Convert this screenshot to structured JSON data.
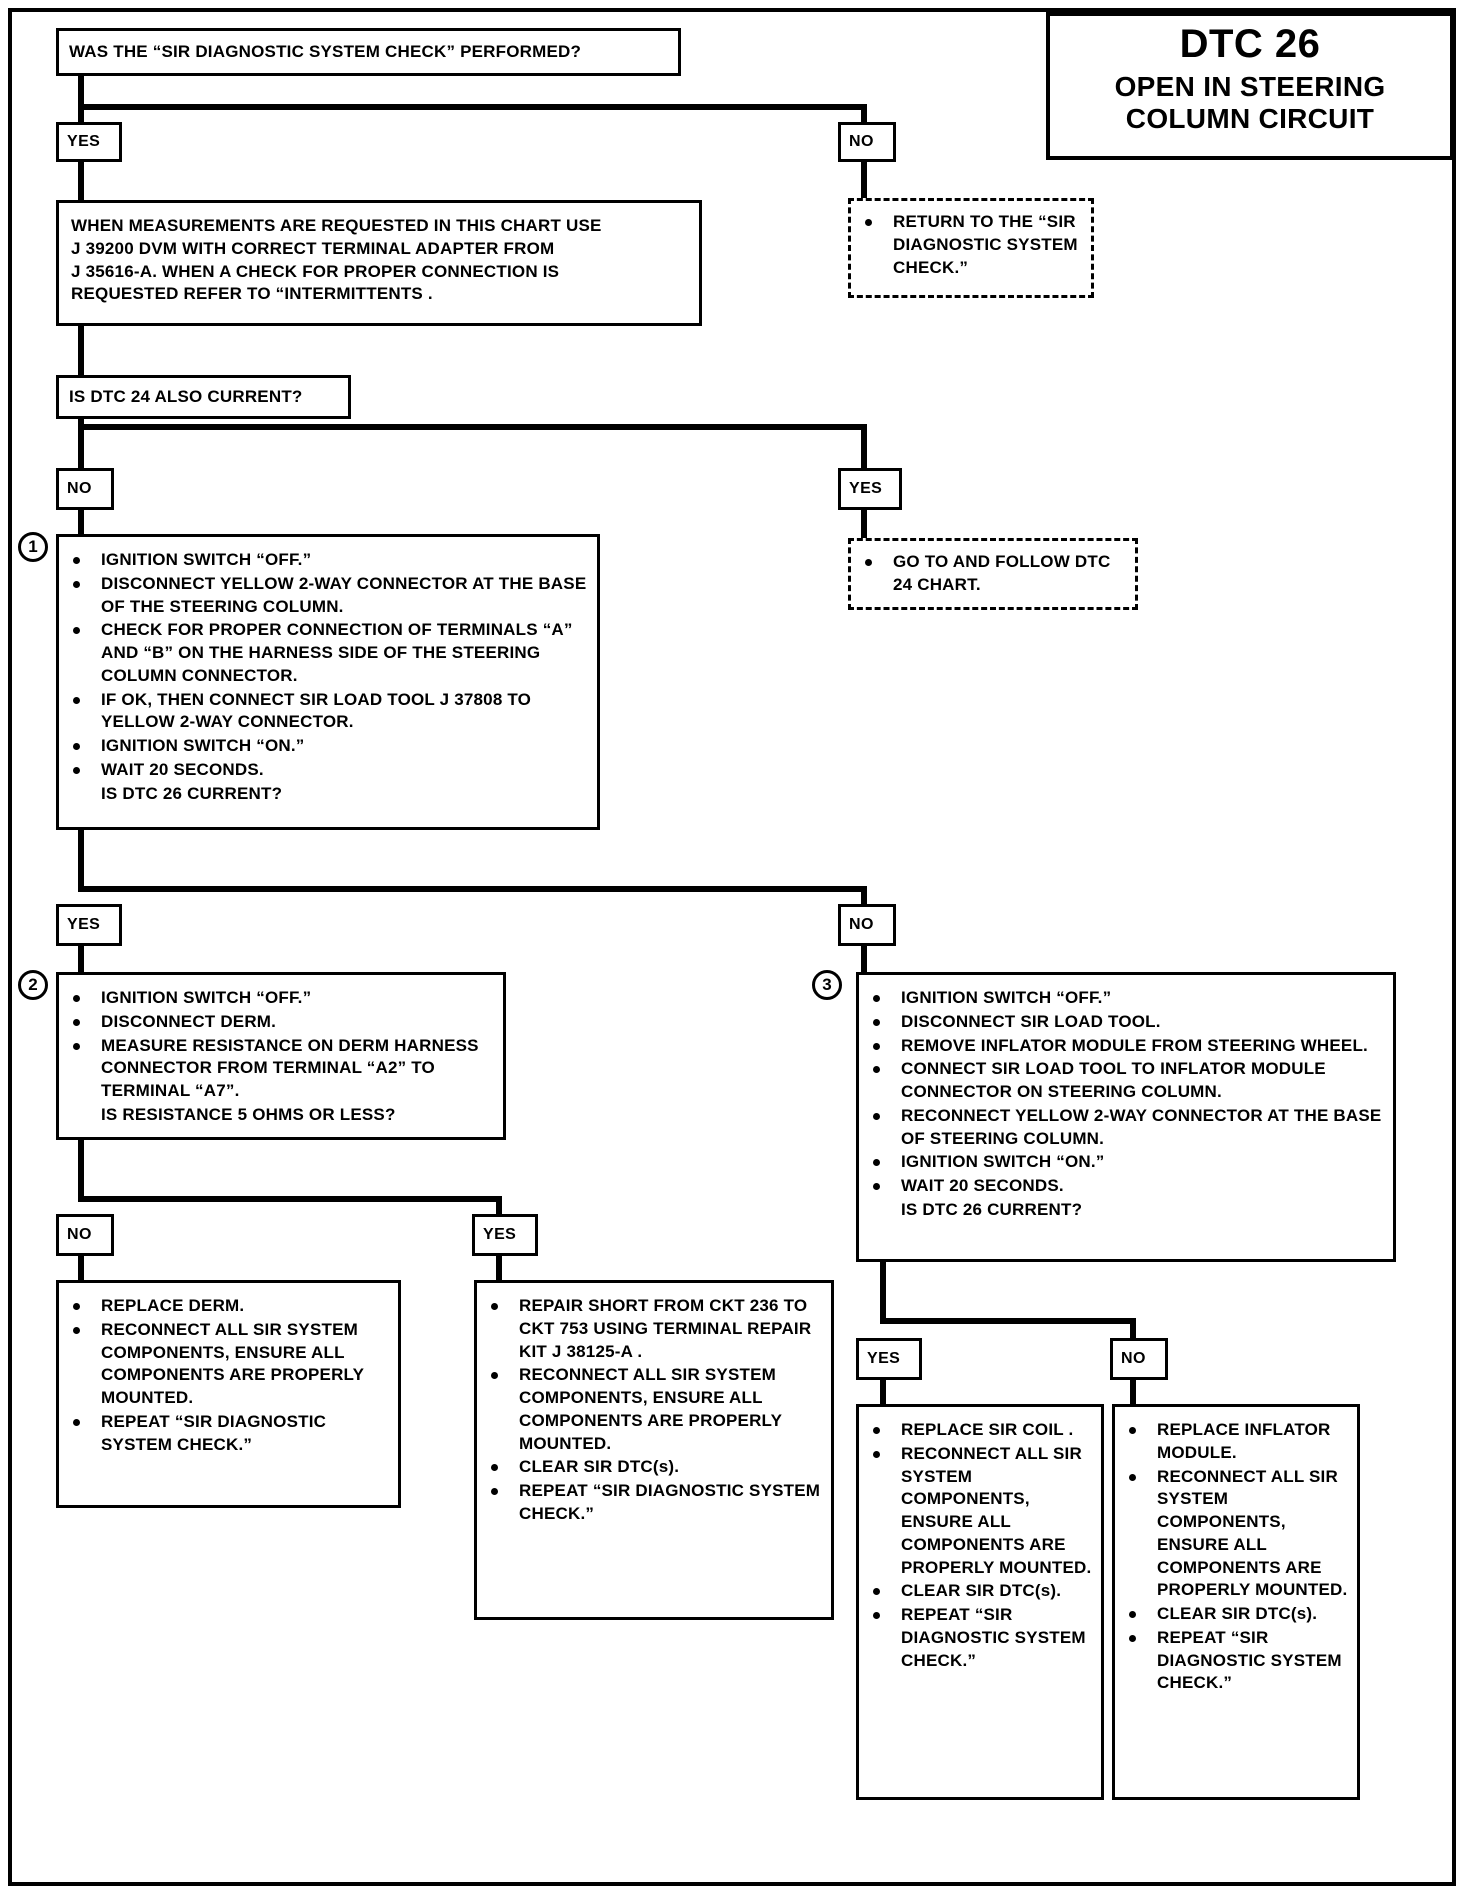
{
  "title_block": {
    "code": "DTC 26",
    "line1": "OPEN IN STEERING",
    "line2": "COLUMN CIRCUIT"
  },
  "nodes": {
    "q_sir_check": "WAS THE “SIR DIAGNOSTIC SYSTEM CHECK” PERFORMED?",
    "q_dtc24": "IS DTC 24 ALSO CURRENT?"
  },
  "labels": {
    "yes1": "YES",
    "no1": "NO",
    "no2": "NO",
    "yes2": "YES",
    "yes3": "YES",
    "no3": "NO",
    "no4": "NO",
    "yes4": "YES",
    "yes5": "YES",
    "no5": "NO"
  },
  "step_numbers": {
    "one": "1",
    "two": "2",
    "three": "3"
  },
  "measurement_note": {
    "lines": [
      "WHEN MEASUREMENTS ARE REQUESTED IN THIS CHART USE",
      "J 39200 DVM WITH CORRECT TERMINAL ADAPTER FROM",
      "J 35616-A.  WHEN A CHECK FOR PROPER CONNECTION IS",
      "REQUESTED REFER TO “INTERMITTENTS ."
    ]
  },
  "return_box": {
    "items": [
      "RETURN TO THE “SIR DIAGNOSTIC SYSTEM CHECK.”"
    ]
  },
  "goto_dtc24_box": {
    "items": [
      "GO TO AND FOLLOW DTC 24 CHART."
    ]
  },
  "box1": {
    "items": [
      "IGNITION SWITCH “OFF.”",
      "DISCONNECT YELLOW 2-WAY CONNECTOR AT THE BASE OF THE STEERING COLUMN.",
      "CHECK FOR PROPER CONNECTION OF TERMINALS “A” AND “B” ON THE HARNESS SIDE OF THE STEERING COLUMN CONNECTOR.",
      "IF OK, THEN CONNECT SIR LOAD TOOL J 37808 TO YELLOW 2-WAY CONNECTOR.",
      "IGNITION SWITCH “ON.”",
      "WAIT 20 SECONDS."
    ],
    "tail": "IS DTC 26 CURRENT?"
  },
  "box2": {
    "items": [
      "IGNITION SWITCH “OFF.”",
      "DISCONNECT DERM.",
      "MEASURE RESISTANCE ON DERM HARNESS CONNECTOR FROM TERMINAL “A2” TO TERMINAL  “A7”."
    ],
    "tail": "IS RESISTANCE 5 OHMS OR LESS?"
  },
  "box3": {
    "items": [
      "IGNITION SWITCH “OFF.”",
      "DISCONNECT SIR LOAD TOOL.",
      "REMOVE INFLATOR MODULE FROM STEERING WHEEL.",
      "CONNECT SIR LOAD TOOL TO INFLATOR MODULE CONNECTOR ON STEERING COLUMN.",
      "RECONNECT YELLOW 2-WAY CONNECTOR AT THE BASE OF STEERING COLUMN.",
      "IGNITION SWITCH “ON.”",
      "WAIT 20 SECONDS."
    ],
    "tail": "IS DTC 26 CURRENT?"
  },
  "result_replace_derm": {
    "items": [
      "REPLACE DERM.",
      "RECONNECT ALL SIR SYSTEM COMPONENTS, ENSURE ALL COMPONENTS ARE PROPERLY MOUNTED.",
      "REPEAT “SIR DIAGNOSTIC SYSTEM CHECK.”"
    ]
  },
  "result_repair_short": {
    "items": [
      "REPAIR SHORT FROM CKT 236 TO CKT 753 USING TERMINAL REPAIR KIT J 38125-A .",
      "RECONNECT ALL SIR SYSTEM COMPONENTS, ENSURE ALL COMPONENTS ARE PROPERLY MOUNTED.",
      "CLEAR SIR DTC(s).",
      "REPEAT “SIR DIAGNOSTIC SYSTEM CHECK.”"
    ]
  },
  "result_replace_coil": {
    "items": [
      "REPLACE SIR COIL .",
      "RECONNECT ALL SIR SYSTEM COMPONENTS, ENSURE ALL COMPONENTS ARE PROPERLY MOUNTED.",
      "CLEAR SIR DTC(s).",
      "REPEAT “SIR DIAGNOSTIC SYSTEM CHECK.”"
    ]
  },
  "result_replace_inflator": {
    "items": [
      "REPLACE INFLATOR MODULE.",
      "RECONNECT ALL SIR SYSTEM COMPONENTS, ENSURE ALL COMPONENTS ARE PROPERLY MOUNTED.",
      "CLEAR SIR DTC(s).",
      "REPEAT “SIR DIAGNOSTIC SYSTEM CHECK.”"
    ]
  },
  "colors": {
    "ink": "#000000",
    "paper": "#ffffff"
  }
}
